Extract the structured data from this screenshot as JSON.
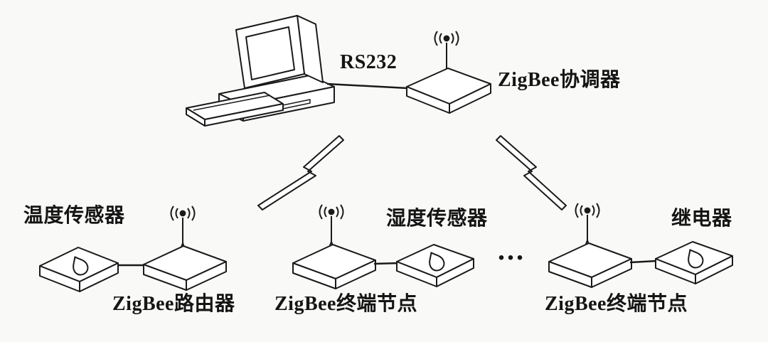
{
  "diagram": {
    "connection_label": "RS232",
    "coordinator": {
      "label": "ZigBee协调器"
    },
    "router_group": {
      "sensor_label": "温度传感器",
      "node_label": "ZigBee路由器"
    },
    "end_node_1": {
      "sensor_label": "湿度传感器",
      "node_label": "ZigBee终端节点"
    },
    "ellipsis": "...",
    "end_node_2": {
      "sensor_label": "继电器",
      "node_label": "ZigBee终端节点"
    },
    "icons": {
      "antenna": "antenna-signal-icon",
      "sensor": "drop-icon"
    },
    "colors": {
      "ink": "#1a1a1a",
      "background": "#f9f9f7"
    }
  }
}
